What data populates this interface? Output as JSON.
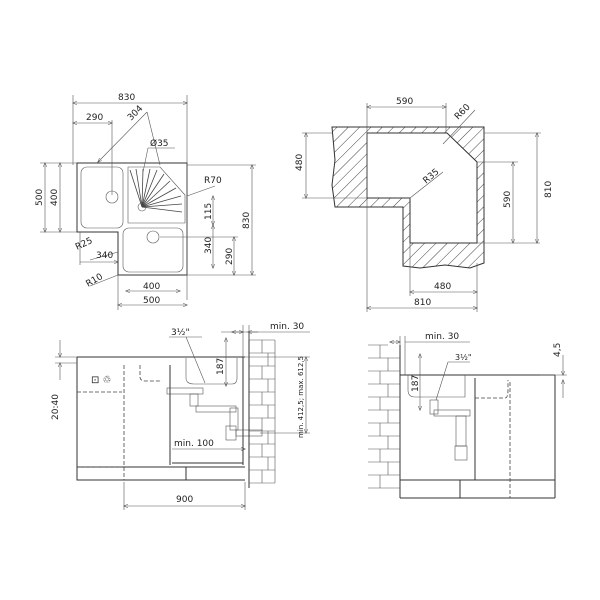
{
  "plan_view": {
    "dims": [
      "830",
      "290",
      "304",
      "Ø35",
      "R70",
      "500",
      "400",
      "115",
      "830",
      "340",
      "290",
      "R25",
      "340",
      "R10",
      "400",
      "500"
    ]
  },
  "cutout_view": {
    "dims": [
      "590",
      "R60",
      "480",
      "R35",
      "590",
      "810",
      "480",
      "810"
    ]
  },
  "front_elevation": {
    "dims": [
      "3½\"",
      "min. 30",
      "20:40",
      "187",
      "min. 412,5; max. 612,5",
      "min. 100",
      "900"
    ]
  },
  "side_elevation": {
    "dims": [
      "min. 30",
      "4,5",
      "3½\"",
      "187"
    ]
  }
}
